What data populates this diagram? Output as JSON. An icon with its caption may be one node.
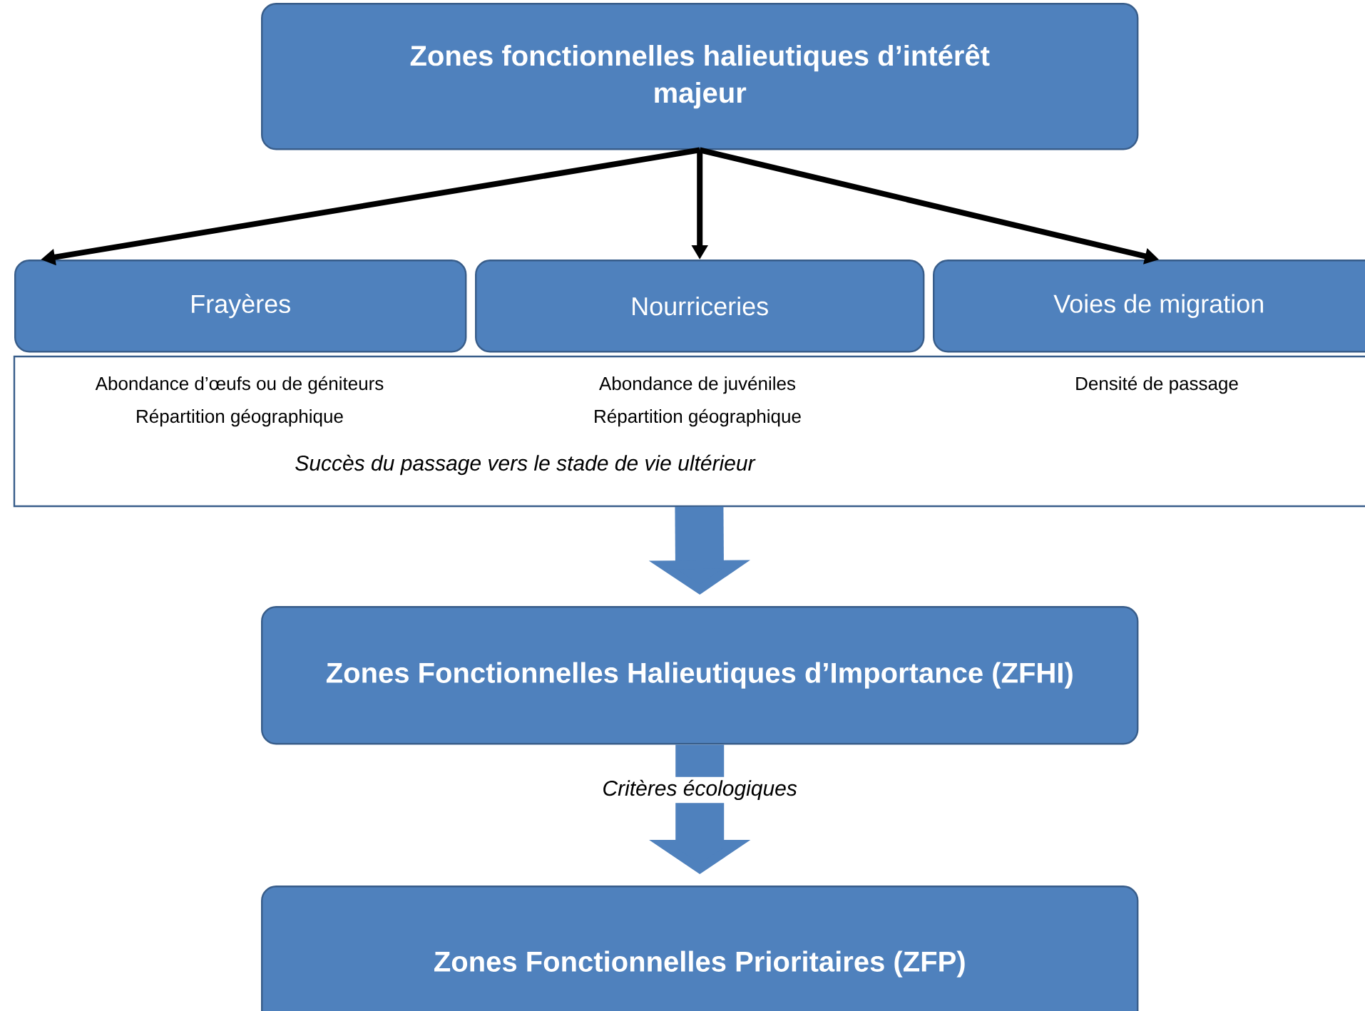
{
  "diagram": {
    "nodes": [
      {
        "text": [
          "Zones fonctionnelles halieutiques d’intérêt majeur"
        ]
      },
      {
        "text": [
          "Frayères"
        ]
      },
      {
        "text": [
          "Nourriceries"
        ]
      },
      {
        "text": [
          "Voies de migration"
        ]
      },
      {
        "text": [
          "Abondance d’œufs ou de géniteurs",
          "Répartition géographique",
          "Abondance de juvéniles",
          "Répartition géographique",
          "Densité de passage",
          "Succès du passage vers le stade de vie ultérieur"
        ]
      },
      {
        "text": [
          "Zones Fonctionnelles Halieutiques d’Importance (ZFHI)"
        ]
      },
      {
        "text": [
          "Zones Fonctionnelles  Prioritaires  (ZFP)"
        ]
      }
    ],
    "edges": [
      {
        "from": 0,
        "to": 1,
        "arrow": "to"
      },
      {
        "from": 0,
        "to": 2,
        "arrow": "to"
      },
      {
        "from": 0,
        "to": 3,
        "arrow": "to"
      },
      {
        "from": 4,
        "to": 5,
        "arrow": "to",
        "style": "thick",
        "color": "#4f81bd"
      },
      {
        "from": 5,
        "to": 6,
        "arrow": "to",
        "style": "thick",
        "color": "#4f81bd",
        "label": "Critères écologiques"
      }
    ]
  }
}
